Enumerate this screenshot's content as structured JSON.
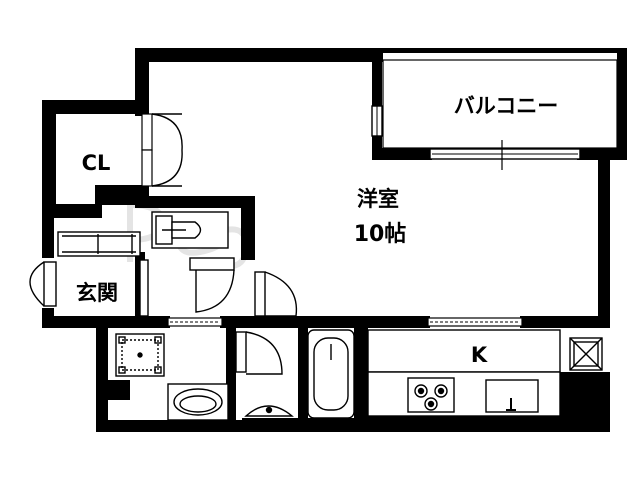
{
  "floorplan": {
    "rooms": {
      "balcony": "バルコニー",
      "western_room": "洋室",
      "western_room_size": "10帖",
      "closet": "CL",
      "entrance": "玄関",
      "kitchen": "K"
    },
    "colors": {
      "wall": "#000000",
      "background": "#ffffff",
      "watermark": "#e6e6e6"
    }
  }
}
